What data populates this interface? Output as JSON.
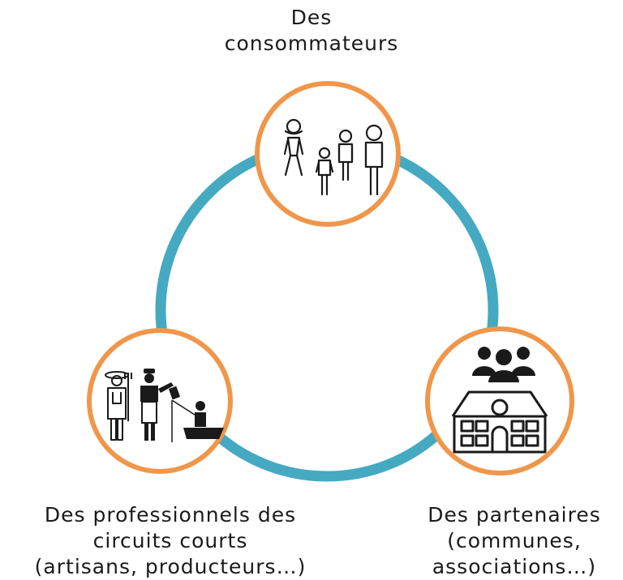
{
  "colors": {
    "ring": "#45a9c1",
    "node_border": "#f0964a",
    "icon": "#1a1a1a"
  },
  "nodes": {
    "top": {
      "icon": "family-icon",
      "lines": [
        "Des",
        "consommateurs"
      ]
    },
    "left": {
      "icon": "professionals-icon",
      "lines": [
        "Des professionnels des",
        "circuits courts",
        "(artisans, producteurs…)"
      ]
    },
    "right": {
      "icon": "town-hall-group-icon",
      "lines": [
        "Des partenaires",
        "(communes,",
        "associations…)"
      ]
    }
  }
}
